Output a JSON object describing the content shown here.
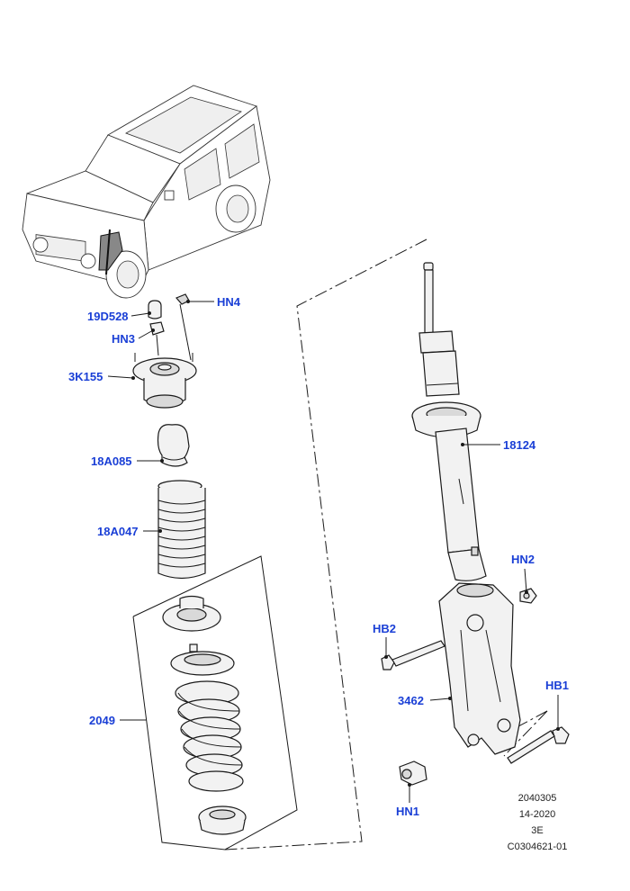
{
  "callouts": {
    "c19D528": "19D528",
    "cHN4": "HN4",
    "cHN3": "HN3",
    "c3K155": "3K155",
    "c18A085": "18A085",
    "c18A047": "18A047",
    "c2049": "2049",
    "c18124": "18124",
    "cHN2": "HN2",
    "cHB2": "HB2",
    "c3462": "3462",
    "cHB1": "HB1",
    "cHN1": "HN1"
  },
  "reference": {
    "line1": "2040305",
    "line2": "14-2020",
    "line3": "3E",
    "line4": "C0304621-01"
  },
  "colors": {
    "callout": "#1a3fd6",
    "linework": "#1a1a1a"
  }
}
